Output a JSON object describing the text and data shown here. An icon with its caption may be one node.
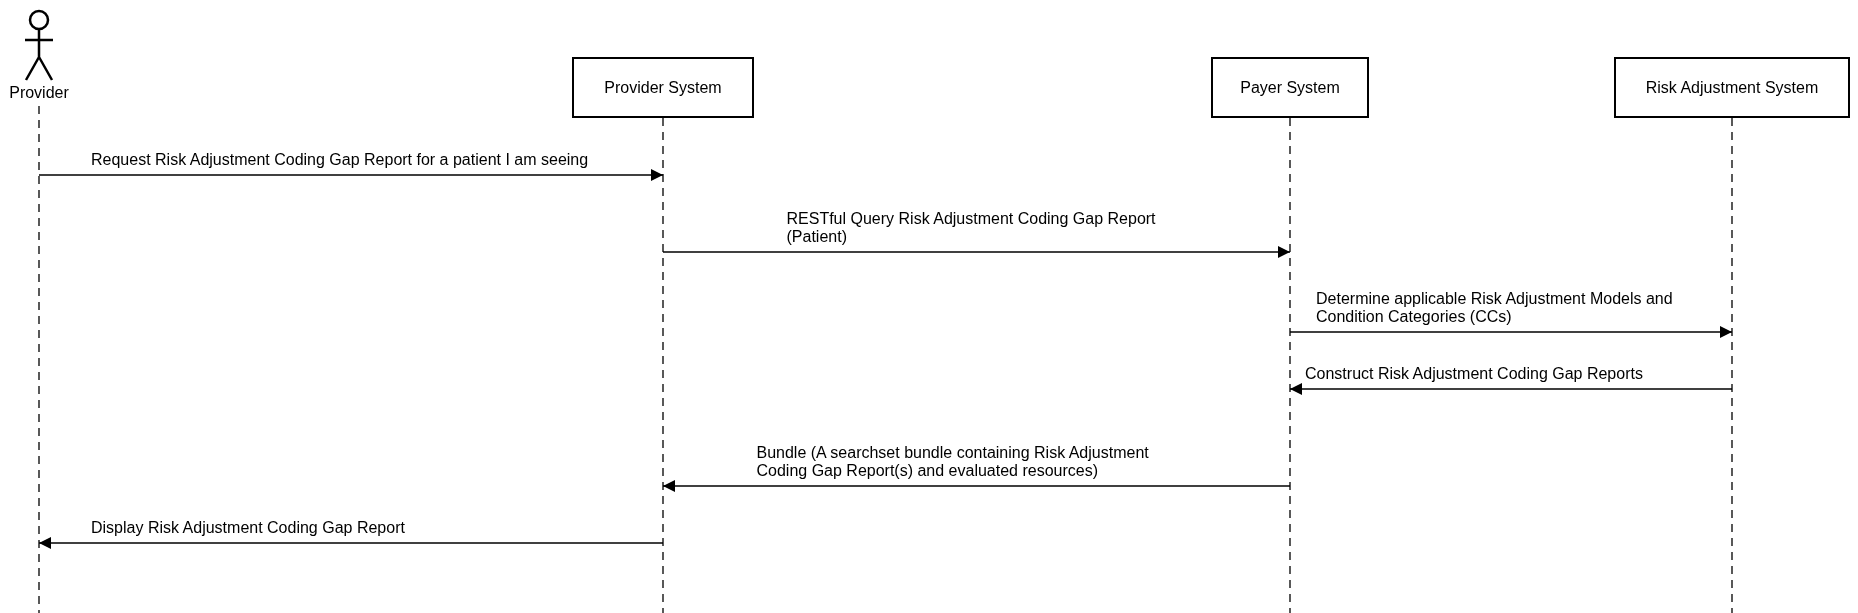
{
  "diagram": {
    "nodes": [
      {
        "text": [
          "Provider"
        ]
      },
      {
        "text": [
          "Provider System"
        ]
      },
      {
        "text": [
          "Payer System"
        ]
      },
      {
        "text": [
          "Risk Adjustment System"
        ]
      }
    ],
    "edges": [
      {
        "from": 0,
        "to": 1,
        "arrow": "to",
        "label": "Request Risk Adjustment Coding Gap Report for a patient I am seeing"
      },
      {
        "from": 1,
        "to": 2,
        "arrow": "to",
        "label": "RESTful Query Risk Adjustment Coding Gap Report (Patient)"
      },
      {
        "from": 2,
        "to": 3,
        "arrow": "to",
        "label": "Determine applicable Risk Adjustment Models and Condition Categories (CCs)"
      },
      {
        "from": 3,
        "to": 2,
        "arrow": "to",
        "label": "Construct Risk Adjustment Coding Gap Reports"
      },
      {
        "from": 2,
        "to": 1,
        "arrow": "to",
        "label": "Bundle (A searchset bundle containing Risk Adjustment Coding Gap Report(s) and evaluated resources)"
      },
      {
        "from": 1,
        "to": 0,
        "arrow": "to",
        "label": "Display Risk Adjustment Coding Gap Report"
      }
    ]
  }
}
